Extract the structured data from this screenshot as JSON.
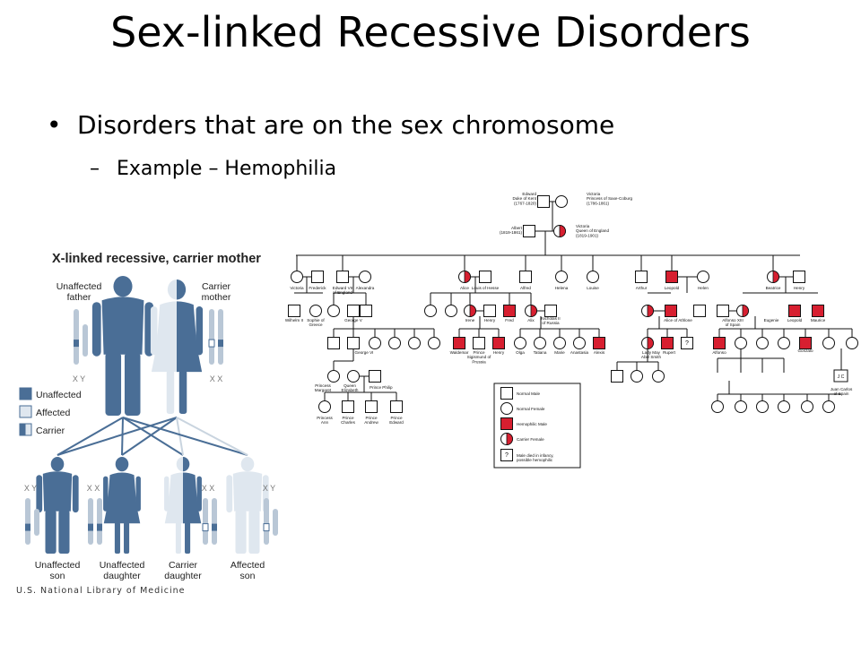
{
  "slide": {
    "title": "Sex-linked Recessive Disorders",
    "bullet1": "Disorders that are on the sex chromosome",
    "bullet2": "Example – Hemophilia"
  },
  "colors": {
    "unaffected_blue": "#4a6e96",
    "affected_light": "#dfe7ef",
    "line_gray": "#9aa8b8",
    "affected_red": "#d71f30"
  },
  "xlinked": {
    "title": "X-linked recessive, carrier mother",
    "father": "Unaffected\nfather",
    "mother": "Carrier\nmother",
    "legend": [
      "Unaffected",
      "Affected",
      "Carrier"
    ],
    "chrom_father": "X Y",
    "chrom_mother": "X X",
    "children": [
      {
        "chrom": "X Y",
        "label": "Unaffected\nson"
      },
      {
        "chrom": "X X",
        "label": "Unaffected\ndaughter"
      },
      {
        "chrom": "X X",
        "label": "Carrier\ndaughter"
      },
      {
        "chrom": "X Y",
        "label": "Affected\nson"
      }
    ],
    "credit": "U.S. National Library of Medicine"
  },
  "pedigree": {
    "top_left": "Edward\nDuke of Kent\n(1767-1820)",
    "top_right": "Victoria\nPrincess of Saxe-Coburg\n(1786-1861)",
    "albert": "Albert\n(1819-1861)",
    "victoria": "Victoria\nQueen of England\n(1819-1901)",
    "gen2": [
      "Victoria",
      "Frederick",
      "Edward VII\nof England",
      "Alexandra",
      "Alice",
      "Louis of Hesse",
      "Alfred",
      "Helena",
      "Louise",
      "Arthur",
      "Leopold",
      "Helen",
      "Beatrice",
      "Henry"
    ],
    "gen3": [
      "Wilhelm II",
      "Sophie of\nGreece",
      "George V",
      "Irene",
      "Henry",
      "Fred",
      "Alix",
      "Nicholas II\nof Russia",
      "Alice of Athlone",
      "Alfonso XIII\nof Spain",
      "Eugenie",
      "Leopold",
      "Maurice"
    ],
    "gen4": [
      "George VI",
      "Waldemar",
      "Prince\nSigismund of\nPrussia",
      "Henry",
      "Olga",
      "Tatiana",
      "Marie",
      "Anastasia",
      "Alexis",
      "Lady May\nAbel Smith",
      "Rupert",
      "?",
      "Alfonso",
      "Gonzalo"
    ],
    "gen5": [
      "Princess\nMargaret",
      "Queen\nElizabeth",
      "Prince Philip",
      "Juan Carlos\nof Spain",
      "J C"
    ],
    "gen6": [
      "Princess\nAnn",
      "Prince\nCharles",
      "Prince\nAndrew",
      "Prince\nEdward"
    ],
    "legend": [
      "Normal Male",
      "Normal Female",
      "Hemophilic Male",
      "Carrier Female",
      "Male died in infancy,\npossible hemophilic"
    ],
    "unknown_mark": "?"
  }
}
